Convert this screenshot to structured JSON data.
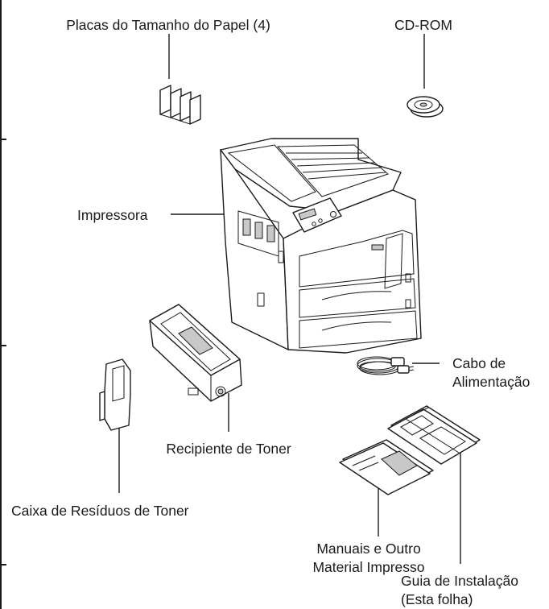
{
  "labels": {
    "size_plates": "Placas do Tamanho do Papel (4)",
    "cdrom": "CD-ROM",
    "printer": "Impressora",
    "power_cable_line1": "Cabo de",
    "power_cable_line2": "Alimentação",
    "toner_container": "Recipiente de Toner",
    "waste_toner_box": "Caixa de Resíduos de Toner",
    "manuals_line1": "Manuais e Outro",
    "manuals_line2": "Material Impresso",
    "install_guide_line1": "Guia de Instalação",
    "install_guide_line2": "(Esta folha)"
  },
  "icons": [
    "size-plates-icon",
    "cdrom-icon",
    "printer-icon",
    "power-cable-icon",
    "toner-container-icon",
    "waste-toner-box-icon",
    "manuals-icon",
    "installation-guide-icon"
  ]
}
